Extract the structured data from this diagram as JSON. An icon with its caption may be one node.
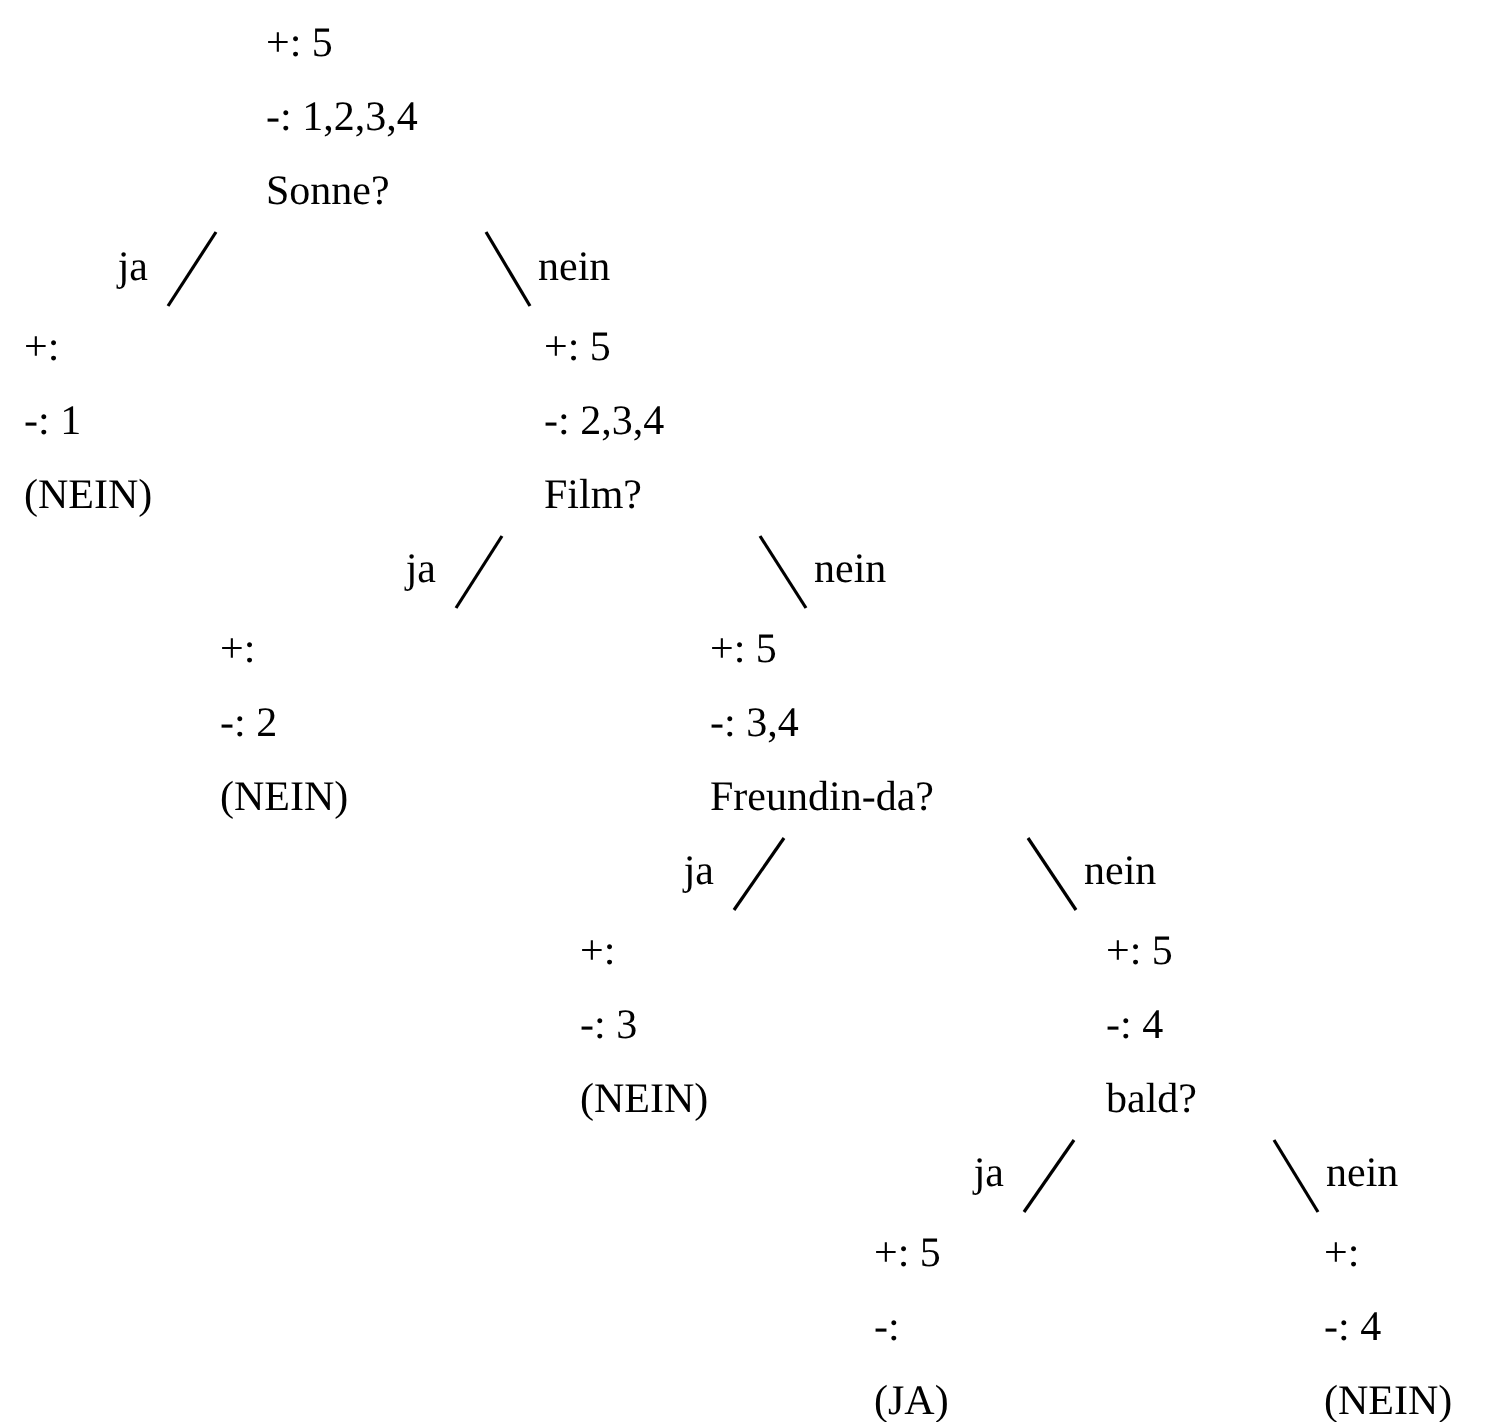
{
  "diagram": {
    "nodes": [
      {
        "text": [
          "+: 5",
          "-: 1,2,3,4",
          "Sonne?"
        ]
      },
      {
        "text": [
          "+:",
          "-: 1",
          "(NEIN)"
        ]
      },
      {
        "text": [
          "+: 5",
          "-: 2,3,4",
          "Film?"
        ]
      },
      {
        "text": [
          "+:",
          "-: 2",
          "(NEIN)"
        ]
      },
      {
        "text": [
          "+: 5",
          "-: 3,4",
          "Freundin-da?"
        ]
      },
      {
        "text": [
          "+:",
          "-: 3",
          "(NEIN)"
        ]
      },
      {
        "text": [
          "+: 5",
          "-: 4",
          "bald?"
        ]
      },
      {
        "text": [
          "+: 5",
          "-:",
          "(JA)"
        ]
      },
      {
        "text": [
          "+:",
          "-: 4",
          "(NEIN)"
        ]
      }
    ],
    "edges": [
      {
        "from": 0,
        "to": 1,
        "arrow": "none",
        "label": "ja"
      },
      {
        "from": 0,
        "to": 2,
        "arrow": "none",
        "label": "nein"
      },
      {
        "from": 2,
        "to": 3,
        "arrow": "none",
        "label": "ja"
      },
      {
        "from": 2,
        "to": 4,
        "arrow": "none",
        "label": "nein"
      },
      {
        "from": 4,
        "to": 5,
        "arrow": "none",
        "label": "ja"
      },
      {
        "from": 4,
        "to": 6,
        "arrow": "none",
        "label": "nein"
      },
      {
        "from": 6,
        "to": 7,
        "arrow": "none",
        "label": "ja"
      },
      {
        "from": 6,
        "to": 8,
        "arrow": "none",
        "label": "nein"
      }
    ]
  }
}
